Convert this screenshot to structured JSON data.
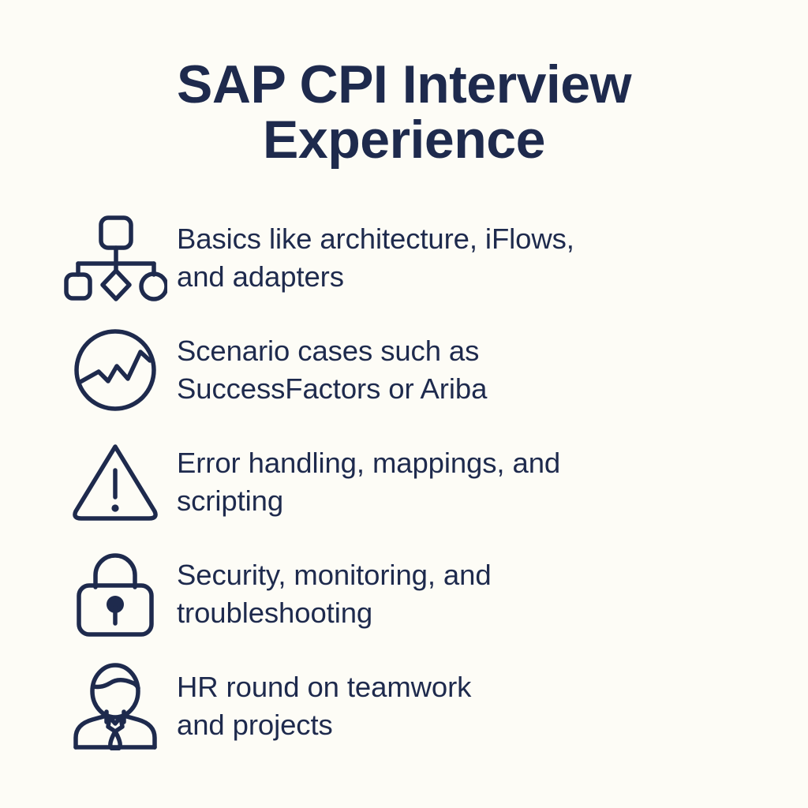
{
  "card": {
    "background_color": "#fdfcf6",
    "accent_color": "#1e2a4d"
  },
  "header": {
    "title": "SAP CPI Interview\nExperience"
  },
  "list": {
    "items": [
      {
        "icon": "hierarchy-diagram-icon",
        "text": "Basics like architecture, iFlows,\nand adapters"
      },
      {
        "icon": "circle-chart-icon",
        "text": "Scenario cases such as\nSuccessFactors or Ariba"
      },
      {
        "icon": "warning-triangle-icon",
        "text": "Error handling, mappings, and\nscripting"
      },
      {
        "icon": "lock-icon",
        "text": "Security, monitoring, and\ntroubleshooting"
      },
      {
        "icon": "business-person-icon",
        "text": "HR round on teamwork\nand projects"
      }
    ]
  }
}
